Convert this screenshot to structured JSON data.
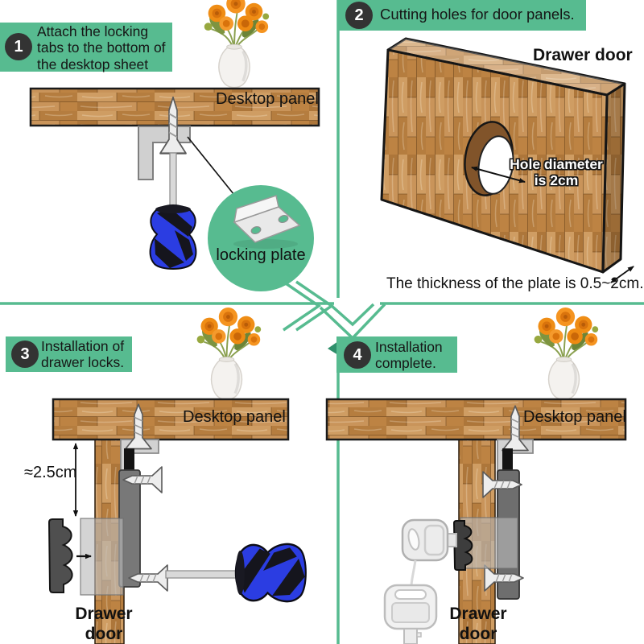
{
  "colors": {
    "accent": "#57bb90",
    "accent_dark": "#2f8f6b",
    "badge_bg": "#333333",
    "badge_text": "#ffffff",
    "wood_base": "#c18a4f",
    "screwdriver_blue": "#2b3de2"
  },
  "steps": {
    "s1": {
      "num": "1",
      "title": "Attach the locking\ntabs to the bottom of\nthe desktop sheet"
    },
    "s2": {
      "num": "2",
      "title": "Cutting holes for door panels."
    },
    "s3": {
      "num": "3",
      "title": "Installation of\ndrawer locks."
    },
    "s4": {
      "num": "4",
      "title": "Installation\ncomplete."
    }
  },
  "step1_scene": {
    "panel_label": "Desktop panel",
    "callout_label": "locking plate"
  },
  "step2_scene": {
    "door_label": "Drawer door",
    "hole_note": "Hole diameter\nis 2cm",
    "thickness_note": "The thickness of the plate is 0.5~2cm."
  },
  "step3_scene": {
    "panel_label": "Desktop panel",
    "dimension_label": "≈2.5cm",
    "door_label": "Drawer\ndoor"
  },
  "step4_scene": {
    "panel_label": "Desktop panel",
    "door_label": "Drawer\ndoor"
  }
}
